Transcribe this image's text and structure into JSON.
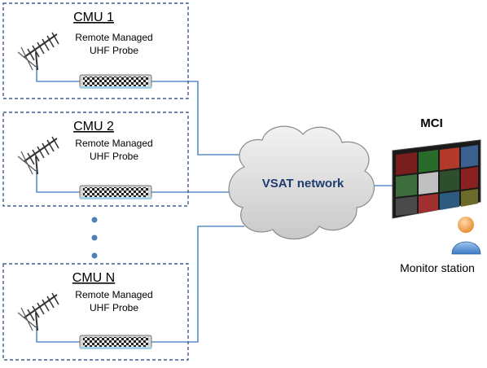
{
  "cmus": [
    {
      "title": "CMU 1",
      "line1": "Remote Managed",
      "line2": "UHF Probe"
    },
    {
      "title": "CMU 2",
      "line1": "Remote Managed",
      "line2": "UHF Probe"
    },
    {
      "title": "CMU N",
      "line1": "Remote Managed",
      "line2": "UHF Probe"
    }
  ],
  "network": {
    "label": "VSAT network"
  },
  "mci": {
    "title": "MCI",
    "station_label": "Monitor station"
  },
  "colors": {
    "box_border": "#3f5f8f",
    "link_line": "#5b8ec8",
    "cloud_fill": "#dcdcdc",
    "cloud_stroke": "#8a8a8a",
    "network_text": "#1f3b70",
    "dots": "#4f7fb5"
  }
}
